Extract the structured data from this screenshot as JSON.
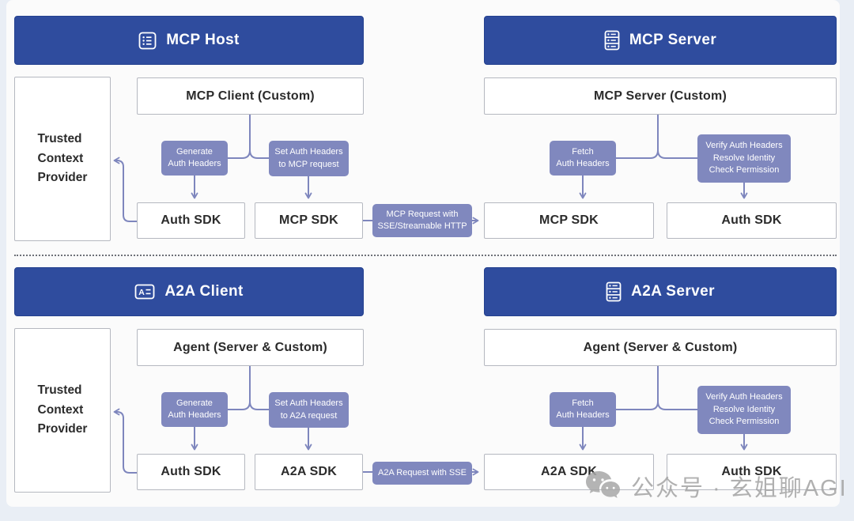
{
  "colors": {
    "header_blue": "#2f4c9e",
    "action_purple": "#8088be",
    "connector": "#7e86bd",
    "box_border": "#b5b8c0",
    "watermark_gray": "#a3a3a3"
  },
  "sections": [
    {
      "name": "mcp",
      "left": {
        "header": {
          "label": "MCP Host",
          "icon": "list-icon"
        },
        "provider": "Trusted\nContext\nProvider",
        "component": "MCP Client (Custom)",
        "action_left": "Generate\nAuth Headers",
        "action_right": "Set Auth Headers\nto MCP request",
        "sdk_left": "Auth SDK",
        "sdk_right": "MCP SDK"
      },
      "link_label": "MCP Request with\nSSE/Streamable HTTP",
      "right": {
        "header": {
          "label": "MCP Server",
          "icon": "server-icon"
        },
        "component": "MCP Server (Custom)",
        "action_left": "Fetch\nAuth Headers",
        "action_right": "Verify Auth Headers\nResolve Identity\nCheck Permission",
        "sdk_left": "MCP SDK",
        "sdk_right": "Auth SDK"
      }
    },
    {
      "name": "a2a",
      "left": {
        "header": {
          "label": "A2A Client",
          "icon": "badge-icon"
        },
        "provider": "Trusted\nContext\nProvider",
        "component": "Agent (Server & Custom)",
        "action_left": "Generate\nAuth Headers",
        "action_right": "Set Auth Headers\nto A2A request",
        "sdk_left": "Auth SDK",
        "sdk_right": "A2A SDK"
      },
      "link_label": "A2A Request with SSE",
      "right": {
        "header": {
          "label": "A2A Server",
          "icon": "server-icon"
        },
        "component": "Agent (Server & Custom)",
        "action_left": "Fetch\nAuth Headers",
        "action_right": "Verify Auth Headers\nResolve Identity\nCheck Permission",
        "sdk_left": "A2A SDK",
        "sdk_right": "Auth SDK"
      }
    }
  ],
  "watermark": {
    "text": "公众号 · 玄姐聊AGI",
    "icon": "wechat-icon"
  }
}
